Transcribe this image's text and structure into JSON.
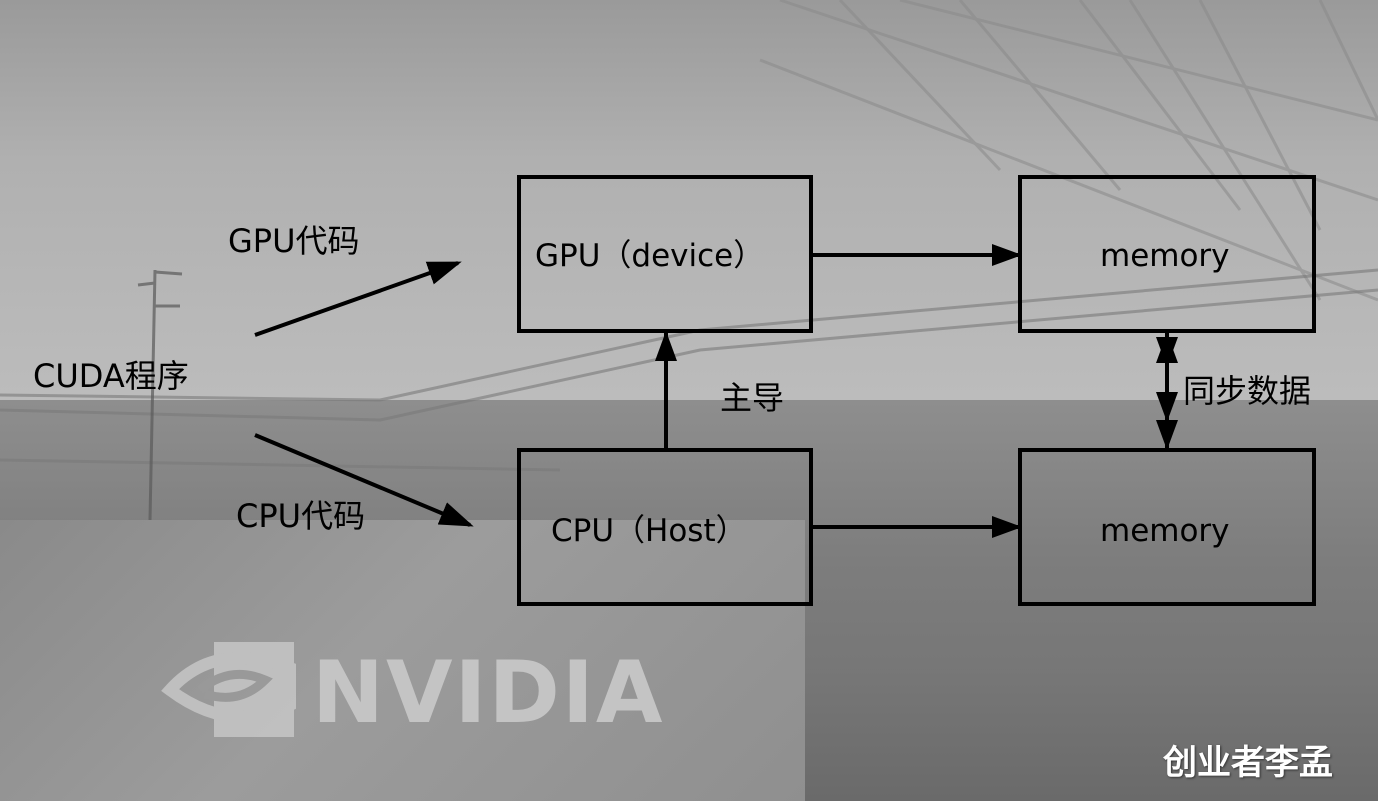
{
  "diagram": {
    "source": {
      "label": "CUDA程序"
    },
    "branches": [
      {
        "label": "GPU代码"
      },
      {
        "label": "CPU代码"
      }
    ],
    "nodes": {
      "gpu": {
        "label": "GPU（device）"
      },
      "cpu": {
        "label": "CPU（Host）"
      },
      "gpu_memory": {
        "label": "memory"
      },
      "cpu_memory": {
        "label": "memory"
      }
    },
    "edges": {
      "cpu_to_gpu": {
        "label": "主导"
      },
      "memory_sync": {
        "label": "同步数据"
      }
    }
  },
  "background": {
    "logo_text": "NVIDIA"
  },
  "watermark": "创业者李孟",
  "colors": {
    "line": "#000000",
    "watermark": "#ffffff",
    "logo": "#c4c4c4"
  }
}
